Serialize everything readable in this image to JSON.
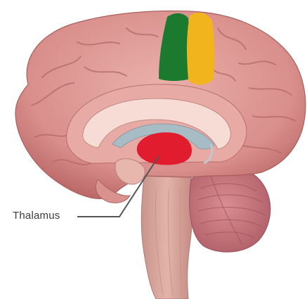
{
  "labels": {
    "thalamus": "Thalamus"
  },
  "colors": {
    "background": "#ffffff",
    "cortex": "#d88f8d",
    "cortex_shadow": "#b96665",
    "cortex_light": "#ecb3ad",
    "corpus_callosum": "#f6d9d3",
    "ventricle": "#9fb3bd",
    "brainstem": "#d7a39a",
    "cerebellum": "#c57377",
    "thalamus_highlight": "#e01c2e",
    "green_marker": "#1b7a2e",
    "yellow_marker": "#f2b41d",
    "leader_line": "#555555",
    "label_text": "#3c3c3c"
  },
  "markers": [
    {
      "name": "green-highlight",
      "color": "#1b7a2e"
    },
    {
      "name": "yellow-highlight",
      "color": "#f2b41d"
    },
    {
      "name": "thalamus-highlight",
      "color": "#e01c2e"
    }
  ]
}
